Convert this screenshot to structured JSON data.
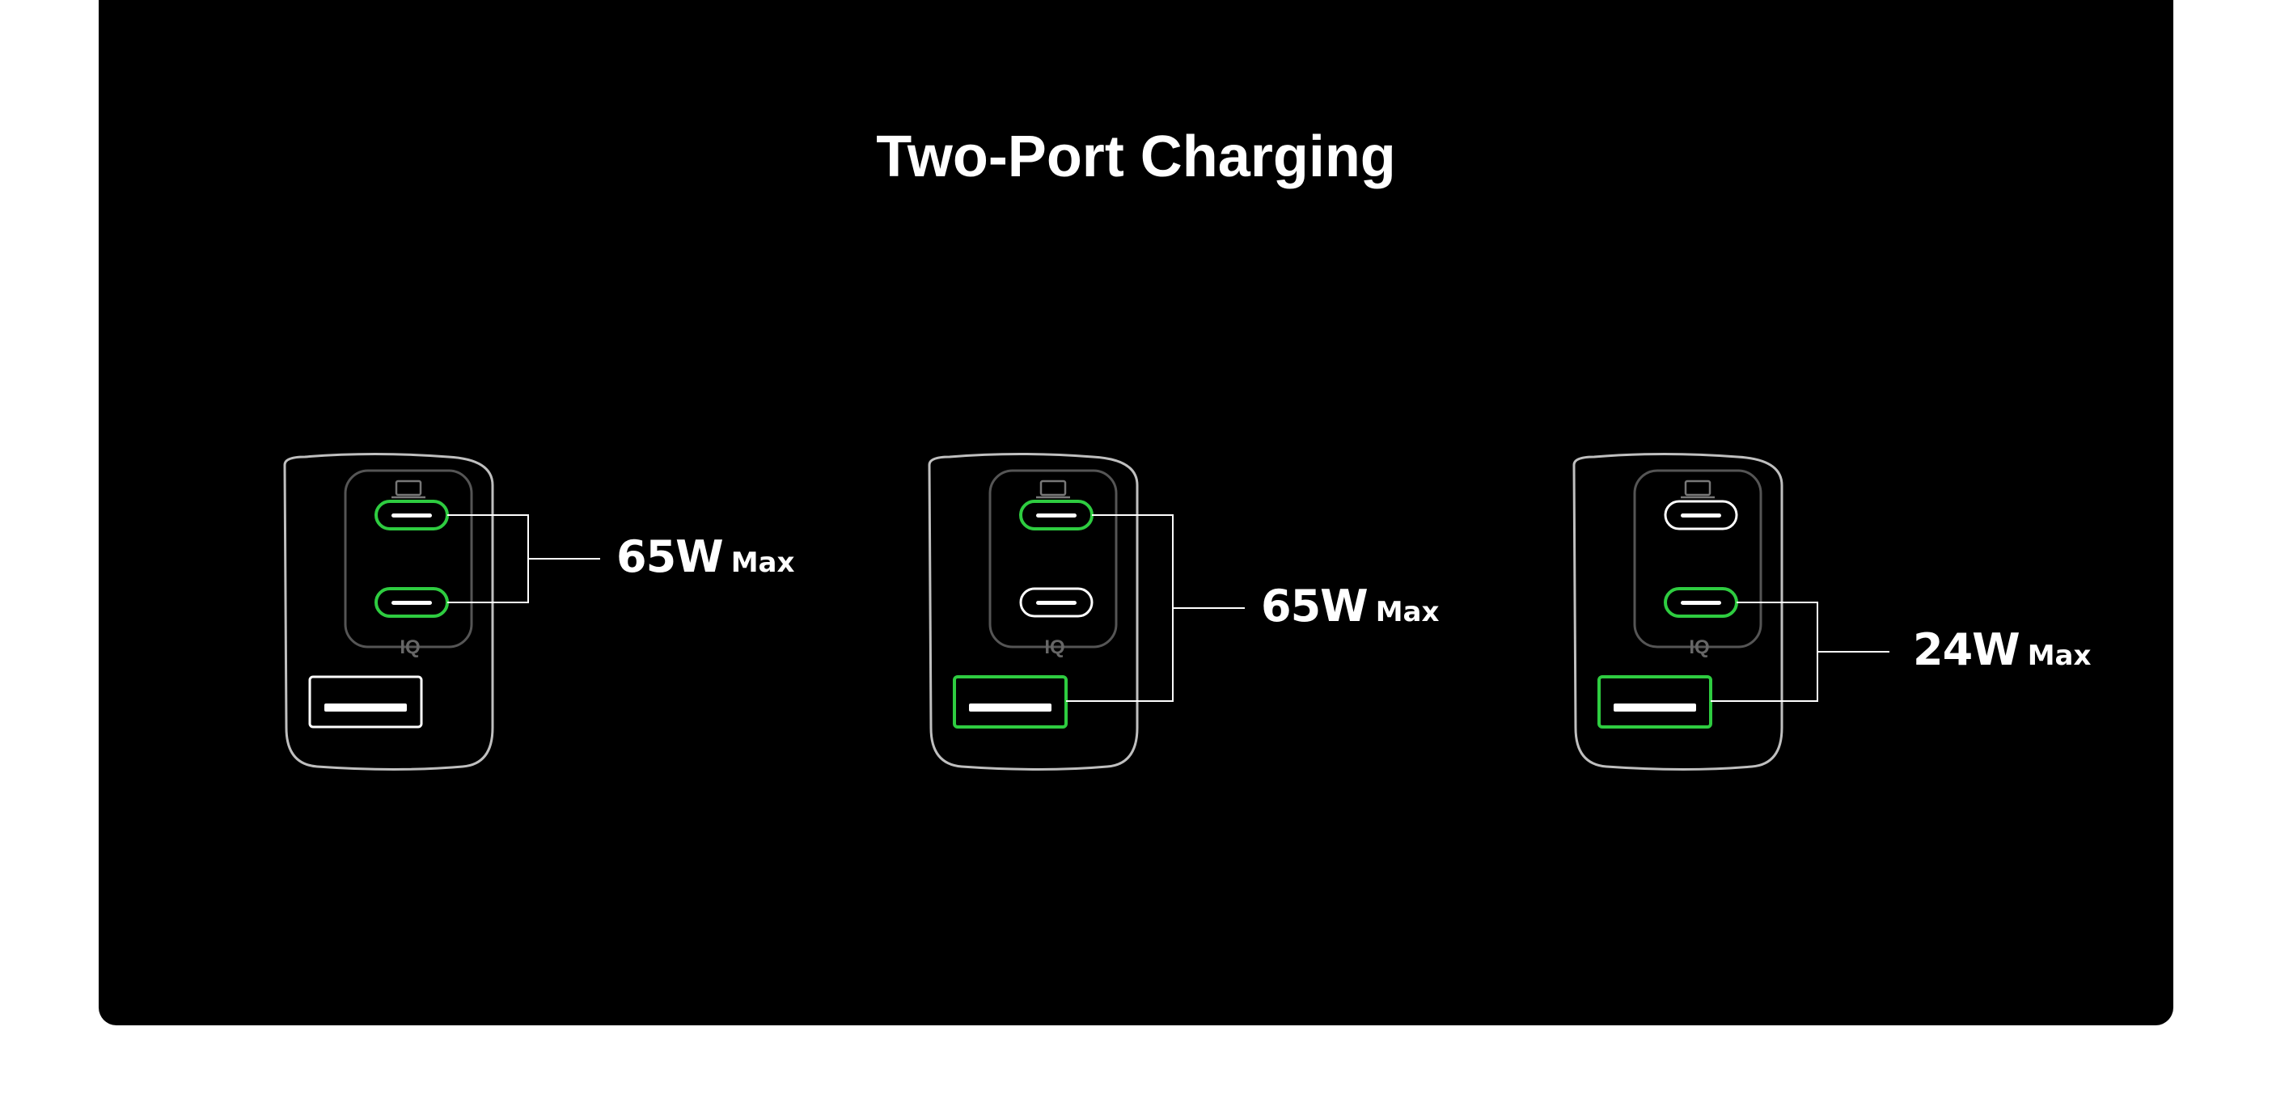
{
  "title": "Two-Port Charging",
  "colors": {
    "background": "#000000",
    "outline": "#bfbfbf",
    "active_port": "#2ecc40",
    "inactive_port": "#ffffff",
    "text": "#ffffff"
  },
  "configurations": [
    {
      "active_ports": [
        "usb-c-1",
        "usb-c-2"
      ],
      "wattage": "65W",
      "suffix": "Max",
      "brand_mark": "IQ"
    },
    {
      "active_ports": [
        "usb-c-1",
        "usb-a"
      ],
      "wattage": "65W",
      "suffix": "Max",
      "brand_mark": "IQ"
    },
    {
      "active_ports": [
        "usb-c-2",
        "usb-a"
      ],
      "wattage": "24W",
      "suffix": "Max",
      "brand_mark": "IQ"
    }
  ]
}
